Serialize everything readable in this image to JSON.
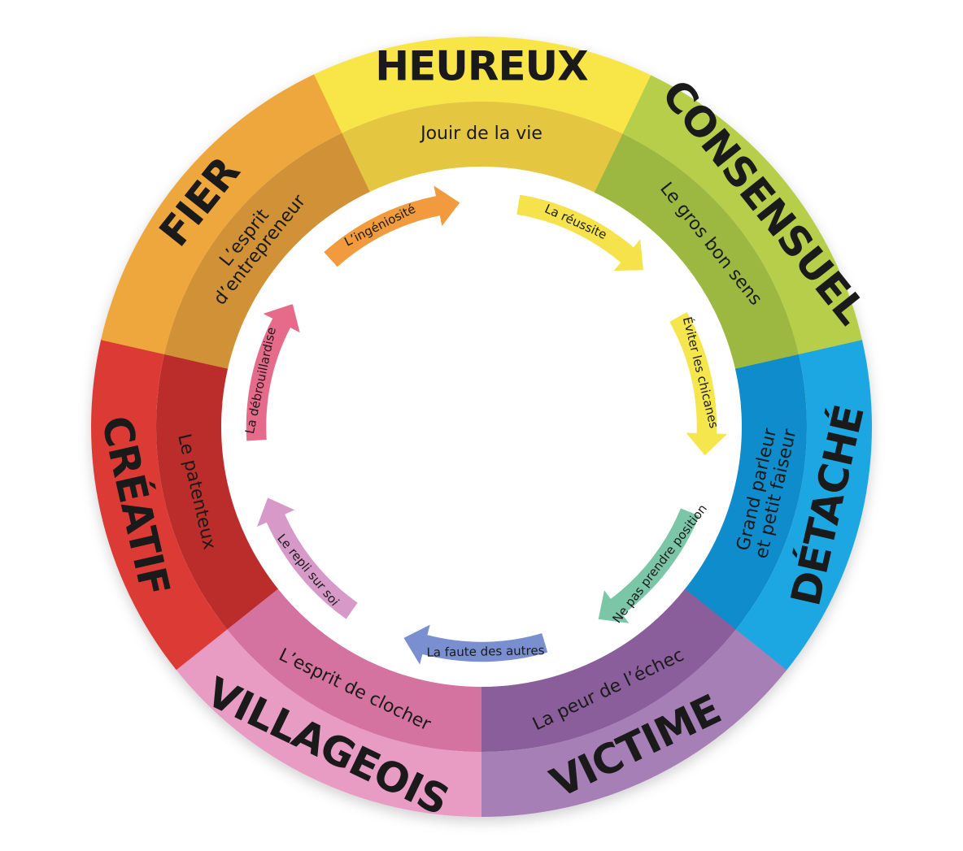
{
  "diagram": {
    "segments": [
      {
        "id": "heureux",
        "label": "HEUREUX",
        "inner": [
          "Jouir de la vie"
        ],
        "outer_color": "#f8e547",
        "inner_color": "#e5c640"
      },
      {
        "id": "consensuel",
        "label": "CONSENSUEL",
        "inner": [
          "Le gros bon sens"
        ],
        "outer_color": "#b6ce4a",
        "inner_color": "#9cb840"
      },
      {
        "id": "detache",
        "label": "DÉTACHÉ",
        "inner": [
          "Grand parleur",
          "et petit faiseur"
        ],
        "outer_color": "#1aa7e2",
        "inner_color": "#0f8ccb"
      },
      {
        "id": "victime",
        "label": "VICTIME",
        "inner": [
          "La peur de l’échec"
        ],
        "outer_color": "#a67fb6",
        "inner_color": "#8a5e9b"
      },
      {
        "id": "villageois",
        "label": "VILLAGEOIS",
        "inner": [
          "L’esprit de clocher"
        ],
        "outer_color": "#e89cc3",
        "inner_color": "#d4739f"
      },
      {
        "id": "creatif",
        "label": "CRÉATIF",
        "inner": [
          "Le patenteux"
        ],
        "outer_color": "#dc3a36",
        "inner_color": "#bb2d2a"
      },
      {
        "id": "fier",
        "label": "FIER",
        "inner": [
          "L’esprit",
          "d’entrepreneur"
        ],
        "outer_color": "#eea73c",
        "inner_color": "#d09137"
      }
    ],
    "arrows": [
      {
        "id": "la-reussite",
        "label": "La réussite",
        "color": "#f6e24a"
      },
      {
        "id": "eviter-les-chicanes",
        "label": "Éviter les chicanes",
        "color": "#f4e64c"
      },
      {
        "id": "ne-pas-prendre-position",
        "label": "Ne pas prendre position",
        "color": "#7cc6a8"
      },
      {
        "id": "la-faute-des-autres",
        "label": "La faute des autres",
        "color": "#7a8fcf"
      },
      {
        "id": "le-repli-sur-soi",
        "label": "Le repli sur soi",
        "color": "#d79ac8"
      },
      {
        "id": "la-debrouillardise",
        "label": "La débrouillardise",
        "color": "#e66a8a"
      },
      {
        "id": "l-ingeniosite",
        "label": "L’ingéniosité",
        "color": "#f29a3e"
      }
    ]
  }
}
